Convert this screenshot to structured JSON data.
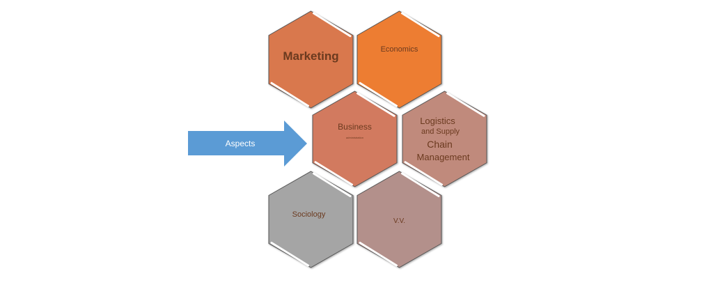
{
  "arrow": {
    "label": "Aspects",
    "color": "#5b9bd5",
    "text_color": "#ffffff"
  },
  "hexagons": [
    {
      "id": "marketing",
      "lines": [
        "Marketing"
      ],
      "color": "#d9784e"
    },
    {
      "id": "economics",
      "lines": [
        "Economics"
      ],
      "color": "#ed7d31"
    },
    {
      "id": "business",
      "lines": [
        "Business",
        "administration"
      ],
      "color": "#d27a5f"
    },
    {
      "id": "logistics",
      "lines": [
        "Logistics",
        "and Supply",
        "Chain",
        "Management"
      ],
      "color": "#c08a7c"
    },
    {
      "id": "sociology",
      "lines": [
        "Sociology"
      ],
      "color": "#a5a5a5"
    },
    {
      "id": "vv",
      "lines": [
        "V.V."
      ],
      "color": "#b3908b"
    }
  ]
}
